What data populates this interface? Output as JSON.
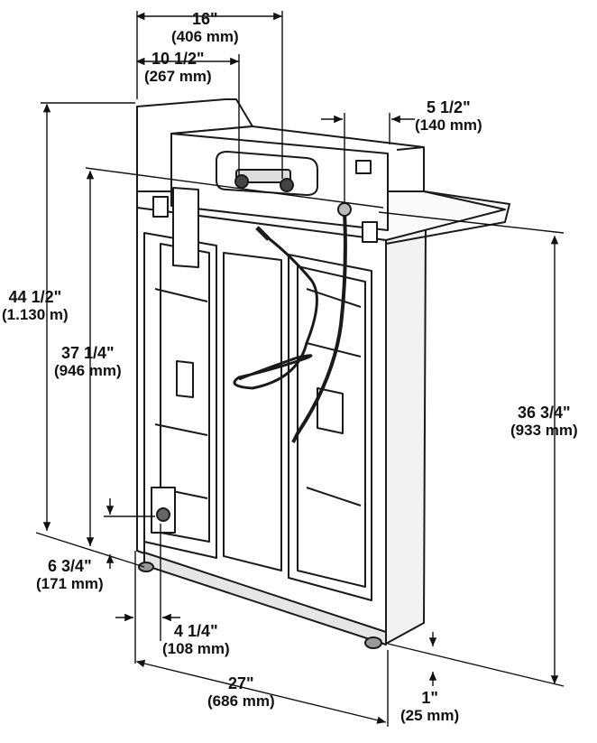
{
  "dimensions": {
    "width_top": {
      "inches": "16\"",
      "mm": "(406 mm)"
    },
    "hose_offset": {
      "inches": "10 1/2\"",
      "mm": "(267 mm)"
    },
    "cord_offset": {
      "inches": "5 1/2\"",
      "mm": "(140 mm)"
    },
    "total_height": {
      "inches": "44 1/2\"",
      "mm": "(1.130 m)"
    },
    "console_height": {
      "inches": "37 1/4\"",
      "mm": "(946 mm)"
    },
    "cabinet_height": {
      "inches": "36 3/4\"",
      "mm": "(933 mm)"
    },
    "drain_height": {
      "inches": "6 3/4\"",
      "mm": "(171 mm)"
    },
    "drain_offset": {
      "inches": "4 1/4\"",
      "mm": "(108 mm)"
    },
    "depth": {
      "inches": "27\"",
      "mm": "(686 mm)"
    },
    "foot_height": {
      "inches": "1\"",
      "mm": "(25 mm)"
    }
  },
  "colors": {
    "line": "#1a1a1a",
    "body": "#ffffff",
    "shade": "#d9d9d9",
    "dark": "#555555"
  }
}
